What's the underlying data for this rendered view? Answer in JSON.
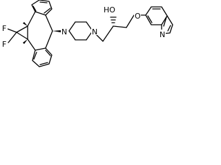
{
  "structure": {
    "atom_labels": {
      "fluorine_upper": "F",
      "fluorine_lower": "F",
      "piperazine_n_left": "N",
      "piperazine_n_right": "N",
      "hydroxyl": "HO",
      "ether_oxygen": "O",
      "quinoline_nitrogen": "N"
    }
  }
}
